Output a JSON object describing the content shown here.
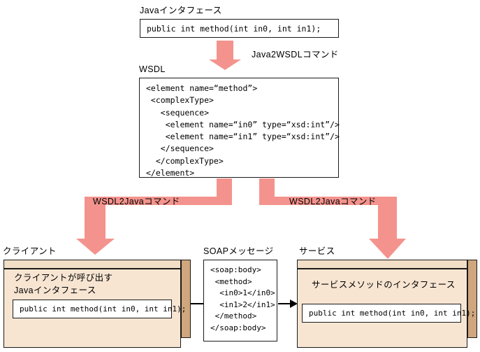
{
  "diagram": {
    "type": "flow-diagram",
    "accent_arrow_color": "#f4938d",
    "box_front_color": "#f7e5d2",
    "box_side_color": "#cfa67d",
    "box_top_color": "#f2ddc6",
    "outline_color": "#1a1a1a"
  },
  "java_interface": {
    "title": "Javaインタフェース",
    "code": "public int method(int in0, int in1);"
  },
  "commands": {
    "java2wsdl": "Java2WSDLコマンド",
    "wsdl2java_left": "WSDL2Javaコマンド",
    "wsdl2java_right": "WSDL2Javaコマンド"
  },
  "wsdl": {
    "title": "WSDL",
    "code": "<element name=“method”>\n <complexType>\n   <sequence>\n    <element name=“in0” type=“xsd:int”/>\n    <element name=“in1” type=“xsd:int”/>\n   </sequence>\n  </complexType>\n</element>"
  },
  "client": {
    "title": "クライアント",
    "heading": "クライアントが呼び出す\nJavaインタフェース",
    "code": "public int method(int in0, int in1);"
  },
  "soap": {
    "title": "SOAPメッセージ",
    "code": "<soap:body>\n <method>\n  <in0>1</in0>\n  <in1>2</in1>\n </method>\n</soap:body>"
  },
  "service": {
    "title": "サービス",
    "heading": "サービスメソッドのインタフェース",
    "code": "public int method(int in0, int in1);"
  }
}
